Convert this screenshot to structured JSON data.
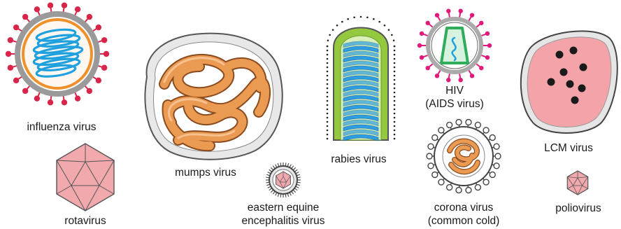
{
  "labels": {
    "influenza": "influenza virus",
    "rotavirus": "rotavirus",
    "mumps": "mumps virus",
    "eee_line1": "eastern equine",
    "eee_line2": "encephalitis virus",
    "rabies": "rabies virus",
    "hiv_line1": "HIV",
    "hiv_line2": "(AIDS virus)",
    "corona_line1": "corona virus",
    "corona_line2": "(common cold)",
    "lcm": "LCM virus",
    "polio": "poliovirus"
  },
  "colors": {
    "spike_red": "#d9254a",
    "influenza_gray": "#9a9a9a",
    "influenza_orange": "#f0902a",
    "helix_blue": "#1fa0df",
    "capsid_pink": "#f1a9ae",
    "capsule_orange": "#eb9a52",
    "envelope_gray": "#c4c4c4",
    "rabies_green": "#94c83e",
    "rabies_blue": "#2f9ee0",
    "hiv_magenta": "#e0197a",
    "hiv_core_green": "#30ad5c",
    "lcm_pink": "#f4a4a8",
    "dot_black": "#1a1a1a"
  }
}
